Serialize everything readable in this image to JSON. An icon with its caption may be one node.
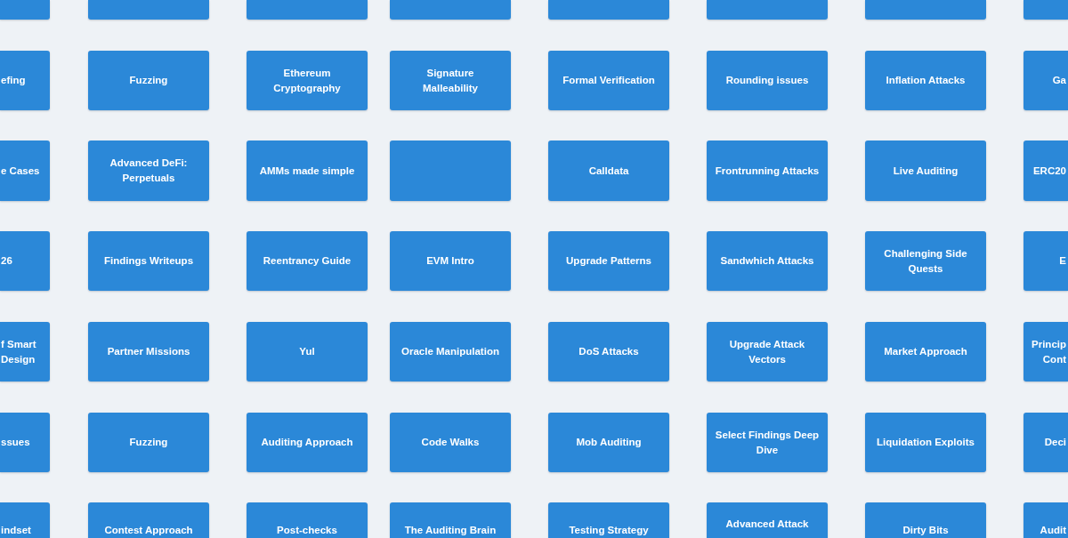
{
  "diagram": {
    "nodes": [
      {
        "text": [],
        "shape": "box"
      },
      {
        "text": [],
        "shape": "box"
      },
      {
        "text": [],
        "shape": "box"
      },
      {
        "text": [],
        "shape": "box"
      },
      {
        "text": [],
        "shape": "box"
      },
      {
        "text": [],
        "shape": "box"
      },
      {
        "text": [],
        "shape": "box"
      },
      {
        "text": [],
        "shape": "box"
      },
      {
        "text": [
          "efing"
        ]
      },
      {
        "text": [
          "Fuzzing"
        ]
      },
      {
        "text": [
          "Ethereum Cryptography"
        ]
      },
      {
        "text": [
          "Signature Malleability"
        ]
      },
      {
        "text": [
          "Formal Verification"
        ]
      },
      {
        "text": [
          "Rounding issues"
        ]
      },
      {
        "text": [
          "Inflation Attacks"
        ]
      },
      {
        "text": [
          "Ga"
        ]
      },
      {
        "text": [
          "e Cases"
        ]
      },
      {
        "text": [
          "Advanced DeFi: Perpetuals"
        ]
      },
      {
        "text": [
          "AMMs made simple"
        ]
      },
      {
        "text": [],
        "shape": "box"
      },
      {
        "text": [
          "Calldata"
        ]
      },
      {
        "text": [
          "Frontrunning Attacks"
        ]
      },
      {
        "text": [
          "Live Auditing"
        ]
      },
      {
        "text": [
          "ERC20"
        ]
      },
      {
        "text": [
          "26"
        ]
      },
      {
        "text": [
          "Findings Writeups"
        ]
      },
      {
        "text": [
          "Reentrancy Guide"
        ]
      },
      {
        "text": [
          "EVM Intro"
        ]
      },
      {
        "text": [
          "Upgrade Patterns"
        ]
      },
      {
        "text": [
          "Sandwhich Attacks"
        ]
      },
      {
        "text": [
          "Challenging Side Quests"
        ]
      },
      {
        "text": [
          "E"
        ]
      },
      {
        "text": [
          "f Smart Design"
        ]
      },
      {
        "text": [
          "Partner Missions"
        ]
      },
      {
        "text": [
          "Yul"
        ]
      },
      {
        "text": [
          "Oracle Manipulation"
        ]
      },
      {
        "text": [
          "DoS Attacks"
        ]
      },
      {
        "text": [
          "Upgrade Attack Vectors"
        ]
      },
      {
        "text": [
          "Market Approach"
        ]
      },
      {
        "text": [
          "Princip Cont"
        ]
      },
      {
        "text": [
          "ssues"
        ]
      },
      {
        "text": [
          "Fuzzing"
        ]
      },
      {
        "text": [
          "Auditing Approach"
        ]
      },
      {
        "text": [
          "Code Walks"
        ]
      },
      {
        "text": [
          "Mob Auditing"
        ]
      },
      {
        "text": [
          "Select Findings Deep Dive"
        ]
      },
      {
        "text": [
          "Liquidation Exploits"
        ]
      },
      {
        "text": [
          "Deci"
        ]
      },
      {
        "text": [
          "indset"
        ]
      },
      {
        "text": [
          "Contest Approach"
        ]
      },
      {
        "text": [
          "Post-checks"
        ]
      },
      {
        "text": [
          "The Auditing Brain"
        ]
      },
      {
        "text": [
          "Testing Strategy"
        ]
      },
      {
        "text": [
          "Advanced Attack"
        ]
      },
      {
        "text": [
          "Dirty Bits"
        ]
      },
      {
        "text": [
          "Audit"
        ]
      }
    ]
  }
}
